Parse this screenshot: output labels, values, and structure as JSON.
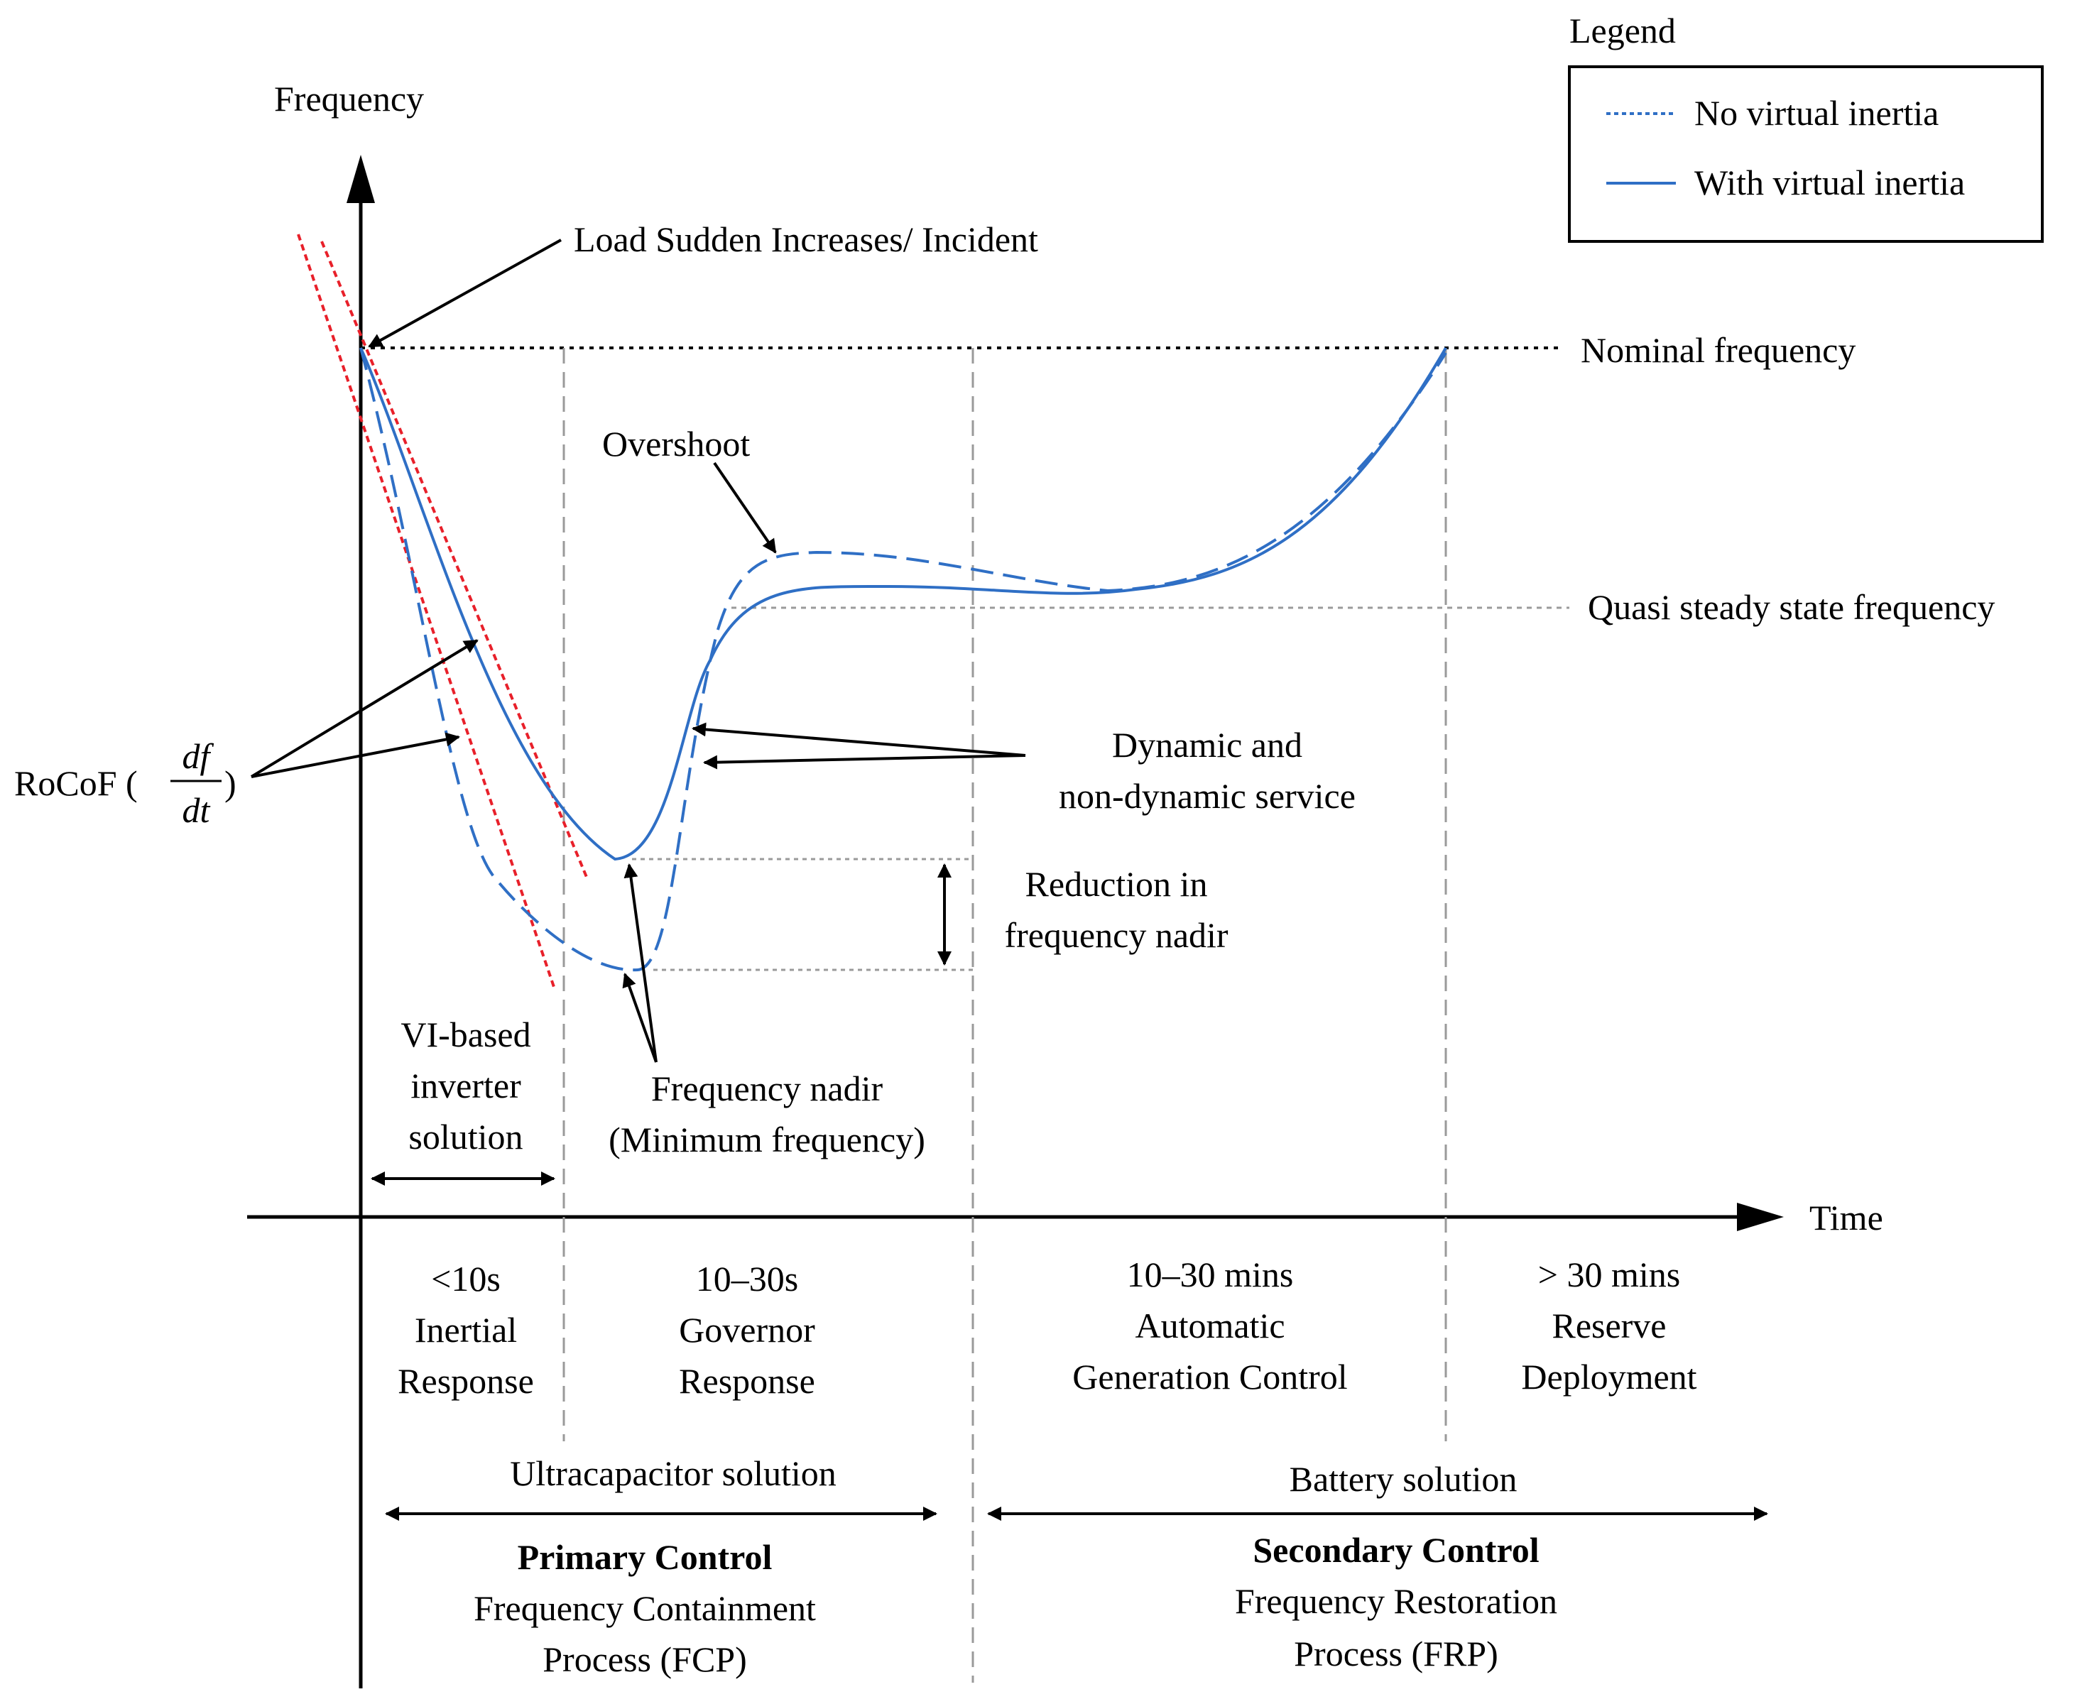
{
  "axes": {
    "y_label": "Frequency",
    "x_label": "Time"
  },
  "legend": {
    "title": "Legend",
    "no_vi": "No virtual inertia",
    "with_vi": "With virtual inertia",
    "line_color": "#2F6FC5",
    "tangent_color": "#E8202A"
  },
  "annotations": {
    "load_incident": "Load Sudden Increases/ Incident",
    "nominal": "Nominal frequency",
    "overshoot": "Overshoot",
    "quasi": "Quasi steady state frequency",
    "rocof_prefix": "RoCoF (",
    "rocof_num": "df",
    "rocof_den": "dt",
    "rocof_suffix": ")",
    "dynamic_l1": "Dynamic and",
    "dynamic_l2": "non-dynamic service",
    "reduction_l1": "Reduction in",
    "reduction_l2": "frequency nadir",
    "nadir_l1": "Frequency nadir",
    "nadir_l2": "(Minimum frequency)",
    "vi_l1": "VI-based",
    "vi_l2": "inverter",
    "vi_l3": "solution"
  },
  "stages": [
    {
      "l1": "<10s",
      "l2": "Inertial",
      "l3": "Response"
    },
    {
      "l1": "10–30s",
      "l2": "Governor",
      "l3": "Response"
    },
    {
      "l1": "10–30 mins",
      "l2": "Automatic",
      "l3": "Generation Control"
    },
    {
      "l1": "> 30 mins",
      "l2": "Reserve",
      "l3": "Deployment"
    }
  ],
  "primary": {
    "solution": "Ultracapacitor solution",
    "title": "Primary Control",
    "l1": "Frequency Containment",
    "l2": "Process (FCP)"
  },
  "secondary": {
    "solution": "Battery solution",
    "title": "Secondary Control",
    "l1": "Frequency Restoration",
    "l2": "Process (FRP)"
  }
}
